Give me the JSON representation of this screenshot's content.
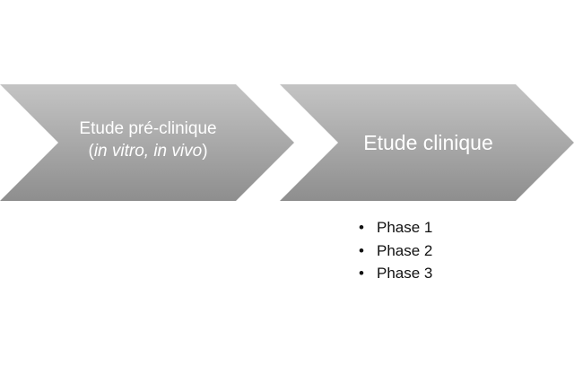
{
  "process": {
    "step1": {
      "title": "Etude pré-clinique",
      "subtitle_open": "(",
      "subtitle_italic": "in vitro, in vivo",
      "subtitle_close": ")"
    },
    "step2": {
      "title": "Etude clinique"
    }
  },
  "phases": {
    "bullet": "•",
    "items": [
      "Phase 1",
      "Phase 2",
      "Phase 3"
    ]
  },
  "colors": {
    "chevron_light": "#c4c4c4",
    "chevron_dark": "#8e8e8e",
    "label_text": "#ffffff",
    "list_text": "#111111"
  }
}
